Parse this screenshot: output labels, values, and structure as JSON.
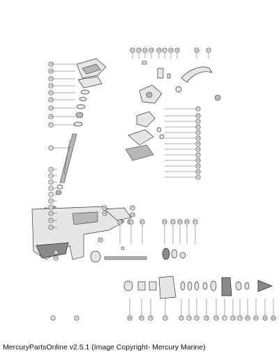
{
  "footer": {
    "caption": "MercuryPartsOnline v2.5.1 (Image Copyright- Mercury Marine)"
  },
  "callouts": {
    "left_column_top": [
      "15",
      "16",
      "12",
      "13",
      "11",
      "10",
      "14",
      "18",
      "17"
    ],
    "shaft": "2",
    "left_column_mid": [
      "3",
      "4",
      "5",
      "6",
      "7",
      "8",
      "9",
      "10",
      "11",
      "12"
    ],
    "top_row": [
      "22",
      "23",
      "24",
      "25",
      "26",
      "27",
      "28",
      "29",
      "30",
      "31"
    ],
    "right_column": [
      "21",
      "20",
      "19",
      "32",
      "33",
      "34",
      "35",
      "36",
      "37",
      "38",
      "39",
      "40",
      "41"
    ],
    "housing": [
      "1",
      "9",
      "45",
      "46",
      "47",
      "48",
      "49",
      "50",
      "51",
      "52"
    ],
    "middle_row": [
      "60",
      "61",
      "62",
      "63",
      "64",
      "65",
      "66",
      "67"
    ],
    "bottom_row": [
      "68",
      "69",
      "70",
      "71",
      "72",
      "73",
      "74",
      "75",
      "76",
      "77",
      "78",
      "79",
      "80",
      "81",
      "82",
      "83"
    ]
  }
}
